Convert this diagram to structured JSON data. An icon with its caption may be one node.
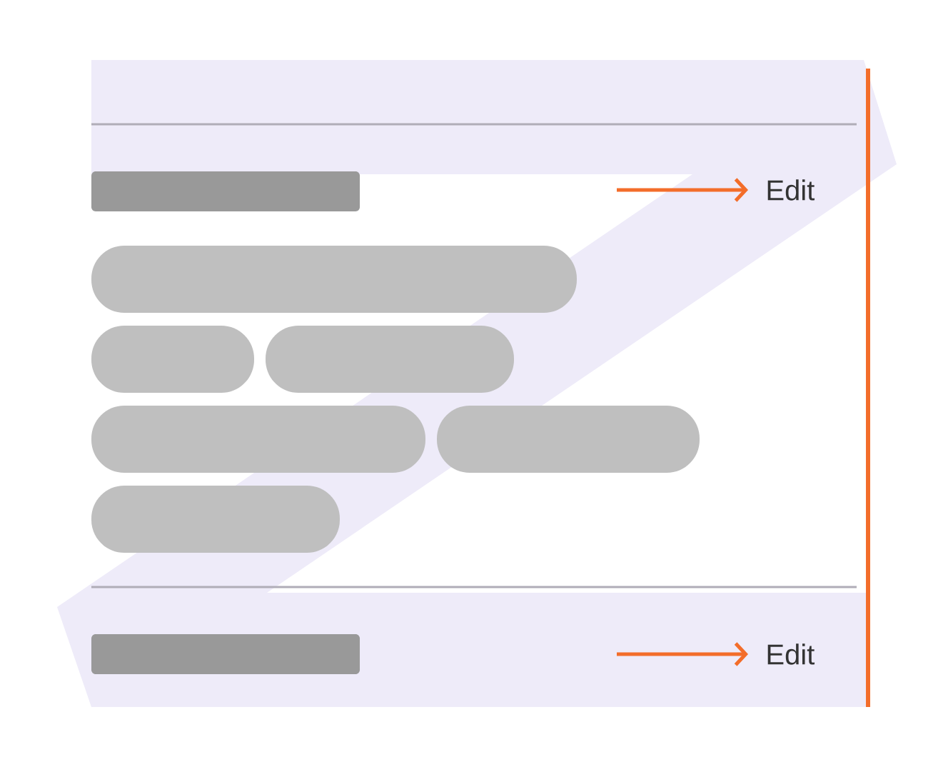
{
  "diagram": {
    "nodes": [
      {
        "text": [
          "Edit"
        ]
      },
      {
        "text": [
          "Edit"
        ]
      }
    ],
    "edges": [
      {
        "from": null,
        "to": 0,
        "arrow": "to"
      },
      {
        "from": null,
        "to": 1,
        "arrow": "to"
      }
    ]
  }
}
